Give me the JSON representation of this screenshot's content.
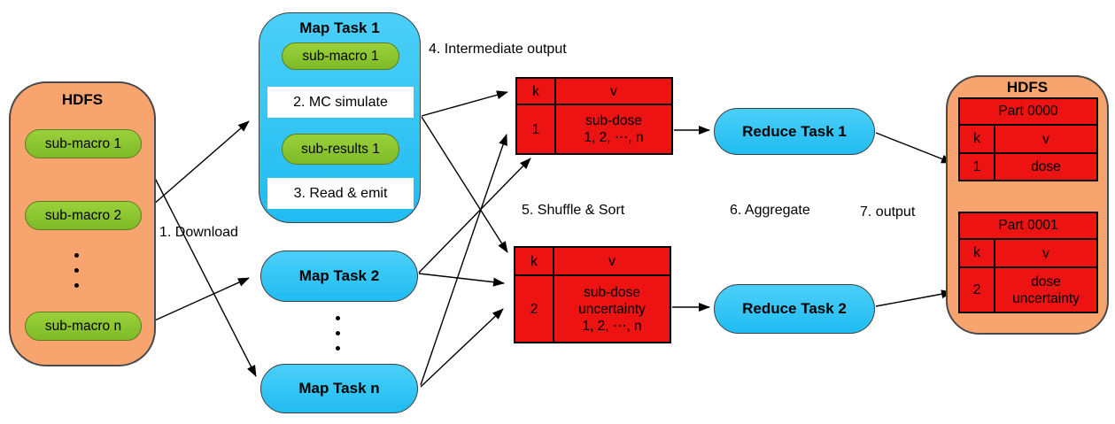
{
  "diagram": {
    "hdfs_input": {
      "title": "HDFS",
      "item1": "sub-macro 1",
      "item2": "sub-macro 2",
      "itemn": "sub-macro n"
    },
    "map_task_1": {
      "title": "Map Task 1",
      "input_file": "sub-macro 1",
      "step_simulate": "2. MC simulate",
      "result_file": "sub-results 1",
      "step_emit": "3. Read & emit"
    },
    "map_task_2": {
      "title": "Map Task 2"
    },
    "map_task_n": {
      "title": "Map Task n"
    },
    "labels": {
      "download": "1. Download",
      "intermediate_output": "4. Intermediate output",
      "shuffle_sort": "5. Shuffle & Sort",
      "aggregate": "6. Aggregate",
      "output": "7. output"
    },
    "intermediate_table_1": {
      "k_header": "k",
      "v_header": "v",
      "key": "1",
      "value_line1": "sub-dose",
      "value_line2": "1, 2, ⋯, n"
    },
    "intermediate_table_2": {
      "k_header": "k",
      "v_header": "v",
      "key": "2",
      "value_line1": "sub-dose",
      "value_line2": "uncertainty",
      "value_line3": "1, 2, ⋯, n"
    },
    "reduce_task_1": {
      "title": "Reduce Task 1"
    },
    "reduce_task_2": {
      "title": "Reduce Task 2"
    },
    "hdfs_output": {
      "title": "HDFS",
      "part_0000": {
        "title": "Part 0000",
        "k_header": "k",
        "v_header": "v",
        "key": "1",
        "value_line1": "dose"
      },
      "part_0001": {
        "title": "Part 0001",
        "k_header": "k",
        "v_header": "v",
        "key": "2",
        "value_line1": "dose",
        "value_line2": "uncertainty"
      }
    },
    "colors": {
      "orange": "#F8A46F",
      "green": "#8CC63C",
      "blue": "#2EC5F6",
      "red": "#ED1313",
      "line": "#000000"
    }
  }
}
